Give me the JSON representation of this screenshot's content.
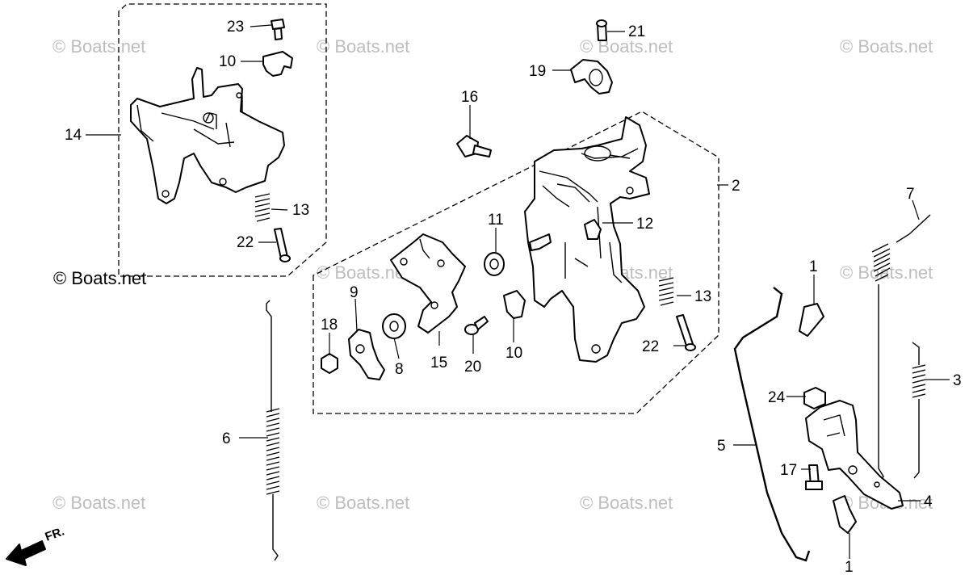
{
  "diagram": {
    "watermark_text": "© Boats.net",
    "copyright_text": "© Boats.net",
    "front_label": "FR.",
    "callouts": {
      "c23": "23",
      "c10a": "10",
      "c14": "14",
      "c13a": "13",
      "c22a": "22",
      "c21": "21",
      "c19": "19",
      "c16": "16",
      "c2": "2",
      "c7": "7",
      "c11": "11",
      "c12": "12",
      "c13b": "13",
      "c22b": "22",
      "c9": "9",
      "c18": "18",
      "c8": "8",
      "c15": "15",
      "c20": "20",
      "c10b": "10",
      "c1a": "1",
      "c3": "3",
      "c24": "24",
      "c6": "6",
      "c5": "5",
      "c17": "17",
      "c4": "4",
      "c1b": "1"
    }
  }
}
